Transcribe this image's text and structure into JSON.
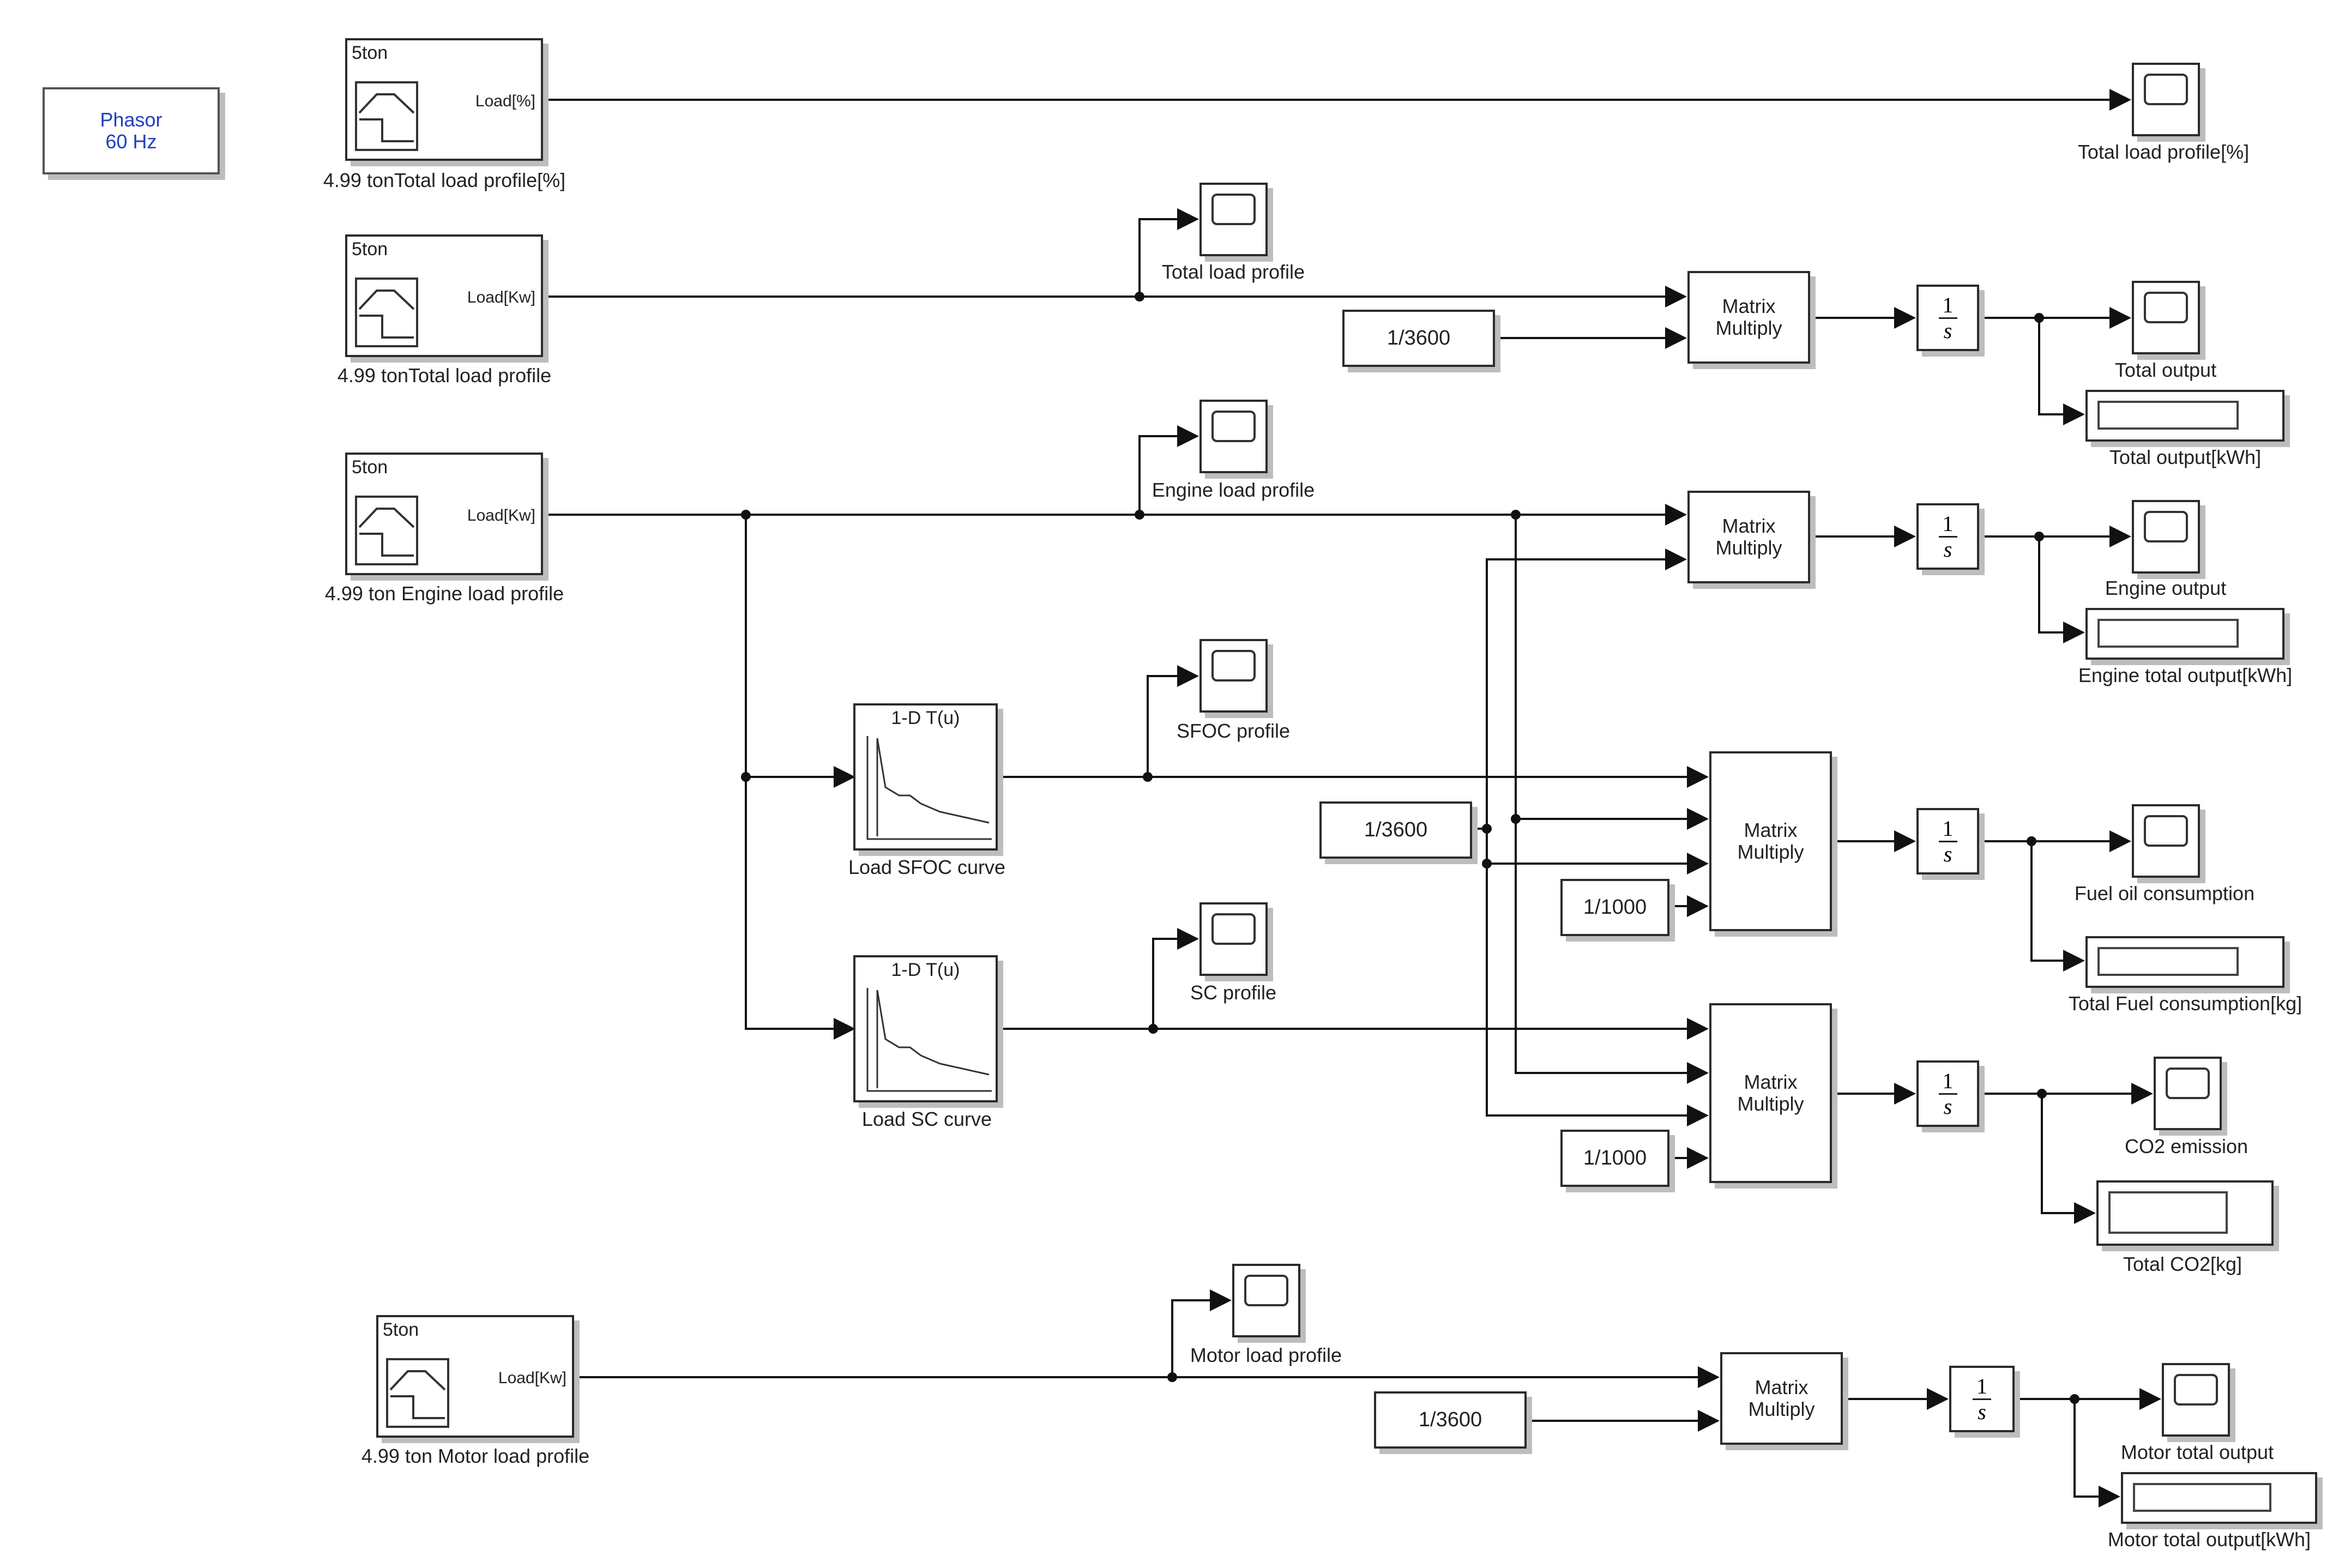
{
  "phasor": {
    "line1": "Phasor",
    "line2": "60 Hz"
  },
  "signal_builders": [
    {
      "header": "5ton",
      "port": "Load[%]",
      "caption": "4.99 tonTotal load profile[%]"
    },
    {
      "header": "5ton",
      "port": "Load[Kw]",
      "caption": "4.99 tonTotal load profile"
    },
    {
      "header": "5ton",
      "port": "Load[Kw]",
      "caption": "4.99 ton Engine load profile"
    },
    {
      "header": "5ton",
      "port": "Load[Kw]",
      "caption": "4.99 ton Motor load profile"
    }
  ],
  "lookup_tables": [
    {
      "title": "1-D T(u)",
      "caption": "Load SFOC curve"
    },
    {
      "title": "1-D T(u)",
      "caption": "Load SC curve"
    }
  ],
  "constants": [
    "1/3600",
    "1/3600",
    "1/1000",
    "1/1000",
    "1/3600"
  ],
  "matrix_multiply": {
    "line1": "Matrix",
    "line2": "Multiply"
  },
  "integrator": {
    "numerator": "1",
    "denominator": "s"
  },
  "scopes": [
    "Total load profile[%]",
    "Total load profile",
    "Total output",
    "Engine load profile",
    "Engine output",
    "SFOC profile",
    "Fuel oil consumption",
    "SC profile",
    "CO2 emission",
    "Motor load profile",
    "Motor total output"
  ],
  "displays": [
    "Total output[kWh]",
    "Engine total output[kWh]",
    "Total Fuel consumption[kg]",
    "Total CO2[kg]",
    "Motor total output[kWh]"
  ],
  "colors": {
    "block_border": "#2b2b2b",
    "line": "#111111",
    "phasor_text": "#1f3fbf",
    "shadow": "#bdbdbd"
  }
}
